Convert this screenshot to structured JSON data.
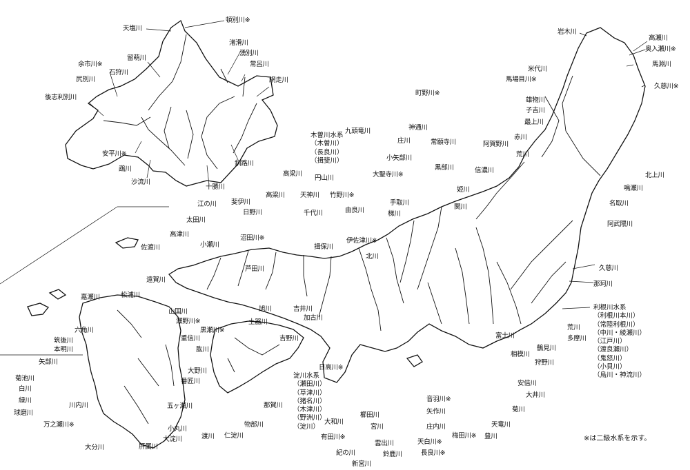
{
  "labels": {
    "tenshio": "天塩川",
    "wakkanai": "頓別川※",
    "rumoi": "留萌川",
    "shokotsu": "渚滑川",
    "yoichi": "余市川※",
    "ishikari": "石狩川",
    "yubetsu": "湧別川",
    "tokoro": "常呂川",
    "shiribetsu": "尻別川",
    "abashiri": "網走川",
    "shiribeshitoshibetsu": "後志利別川",
    "abira": "安平川※",
    "mukawa": "鵡川",
    "saru": "沙流川",
    "tokachi": "十勝川",
    "kushiro": "釧路川",
    "iwaki": "岩木川",
    "takase": "高瀬川",
    "oirase": "奥入瀬川※",
    "mabechi": "馬淵川",
    "yoneshiro": "米代川",
    "magaki": "馬場目川※",
    "kujicho": "久慈川※",
    "omono": "雄物川",
    "koyoshi": "子吉川",
    "mogami": "最上川",
    "aka": "赤川",
    "kitakami": "北上川",
    "naruse": "鳴瀬川",
    "natori": "名取川",
    "abukuma": "阿武隈川",
    "agano": "阿賀野川",
    "shinano": "信濃川",
    "ara_tohoku": "荒川",
    "machino": "町野川※",
    "jinzu": "神通川",
    "joganji": "常願寺川",
    "sho": "庄川",
    "oyabe": "小矢部川",
    "kurobe": "黒部川",
    "daishoji": "大聖寺川※",
    "hime": "姫川",
    "seki": "関川",
    "kiso_title": "木曽川水系",
    "kiso_1": "（木曽川）",
    "kiso_2": "（長良川）",
    "kiso_3": "（揖斐川）",
    "kuzuryu": "九頭竜川",
    "tedori": "手取川",
    "kakehashi": "梯川",
    "takano": "竹野川※",
    "yura": "由良川",
    "isazu": "伊佐津川※",
    "kita": "北川",
    "maruyama": "円山川",
    "kako_top": "加古川",
    "ibo": "揖保川",
    "chiyo": "千代川",
    "tenjin": "天神川",
    "hino": "日野川",
    "hii": "斐伊川",
    "takahashi": "高梁川",
    "ashida": "芦田川",
    "asahi": "旭川",
    "yoshii": "吉井川",
    "kako": "加古川",
    "gono": "江の川",
    "ota": "太田川",
    "takatsu": "高津川",
    "oze": "小瀬川",
    "numata": "沼田川※",
    "kashima": "佐渡川",
    "onga": "遠賀川",
    "matsuura": "松浦川",
    "kase": "嘉瀬川",
    "yamakuni": "山国川",
    "setono": "瀬野川※",
    "kurose": "黒瀬川※",
    "shigenobu": "重信川",
    "hiji": "肱川",
    "doki": "土器川",
    "yoshino": "吉野川",
    "rokkaku": "六角川",
    "chikugo": "筑後川",
    "motoaki": "本明川",
    "yabe": "矢部川",
    "kikuchi": "菊池川",
    "shira": "白川",
    "midori": "緑川",
    "kuma": "球磨川",
    "sendai": "川内川",
    "mannose": "万之瀬川※",
    "oita": "大分川",
    "ono": "大野川",
    "banjo": "番匠川",
    "gokase": "五ヶ瀬川",
    "omaru": "小丸川",
    "oyodo": "大淀川",
    "kimotsuki": "肝属川",
    "watari": "渡川",
    "niyodo": "仁淀川",
    "monobe": "物部川",
    "naka": "那賀川",
    "yodo_title": "淀川水系",
    "yodo_1": "（瀬田川）",
    "yodo_2": "（草津川）",
    "yodo_3": "（猪名川）",
    "yodo_4": "（木津川）",
    "yodo_5": "（野洲川）",
    "yodo_6": "（淀川）",
    "hidaka": "日高川※",
    "yamato": "大和川",
    "arida": "有田川※",
    "kinokawa": "紀の川",
    "shingu": "新宮川",
    "kushida": "櫛田川",
    "miya": "宮川",
    "kumozu": "雲出川",
    "suzuka": "鈴鹿川",
    "otowa": "音羽川※",
    "yahagi": "矢作川",
    "shonai": "庄内川",
    "tenpaku": "天白川※",
    "toyo": "豊川",
    "nagara2": "長良川※",
    "umeda": "梅田川※",
    "tenryu": "天竜川",
    "kiku": "菊川",
    "oi": "大井川",
    "abe": "安倍川",
    "kano": "狩野川",
    "sagami": "相模川",
    "tsurumi": "鶴見川",
    "tama": "多摩川",
    "ara": "荒川",
    "fuji": "富士川",
    "tone_title": "利根川水系",
    "tone_1": "（利根川本川）",
    "tone_2": "（常陸利根川）",
    "tone_3": "（中川・綾瀬川）",
    "tone_4": "（江戸川）",
    "tone_5": "（渡良瀬川）",
    "tone_6": "（鬼怒川）",
    "tone_7": "（小貝川）",
    "tone_8": "（烏川・神流川）",
    "kuji": "久慈川",
    "naka_kanto": "那珂川"
  },
  "note": "※は二級水系を示す。",
  "colors": {
    "ink": "#111111",
    "paper": "#ffffff"
  }
}
